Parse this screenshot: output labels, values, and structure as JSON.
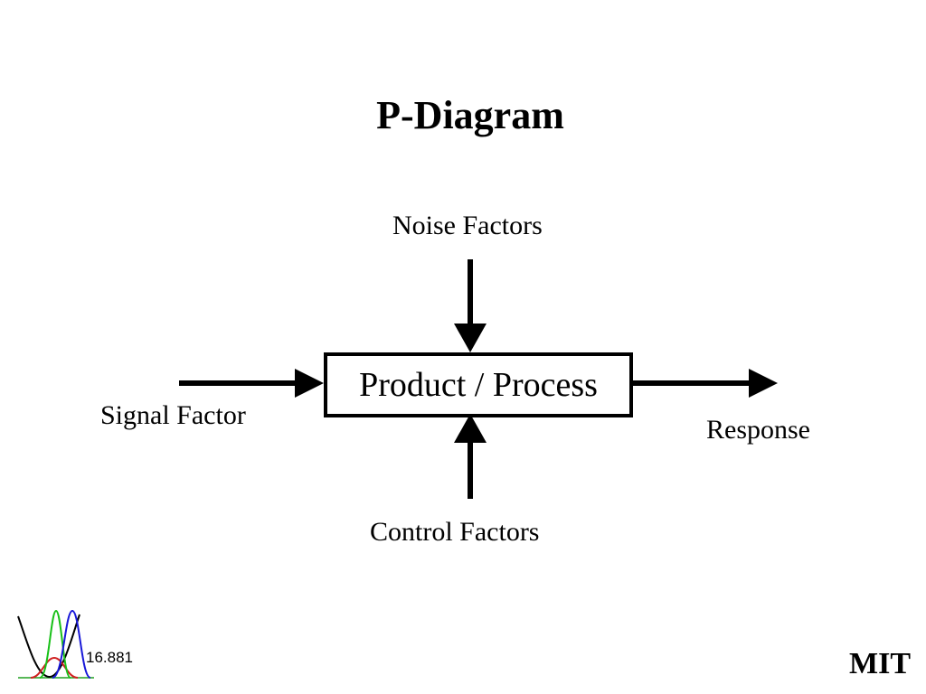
{
  "slide": {
    "title": "P-Diagram"
  },
  "diagram": {
    "process_label": "Product / Process",
    "noise_label": "Noise Factors",
    "signal_label": "Signal Factor",
    "response_label": "Response",
    "control_label": "Control Factors"
  },
  "footer": {
    "course_number": "16.881",
    "institution": "MIT",
    "logo_icon": "bell-curves-logo-icon"
  },
  "colors": {
    "ink": "#000000",
    "curve_red": "#d02020",
    "curve_green": "#18c018",
    "curve_blue": "#1818d8",
    "axis_green": "#20a020"
  }
}
